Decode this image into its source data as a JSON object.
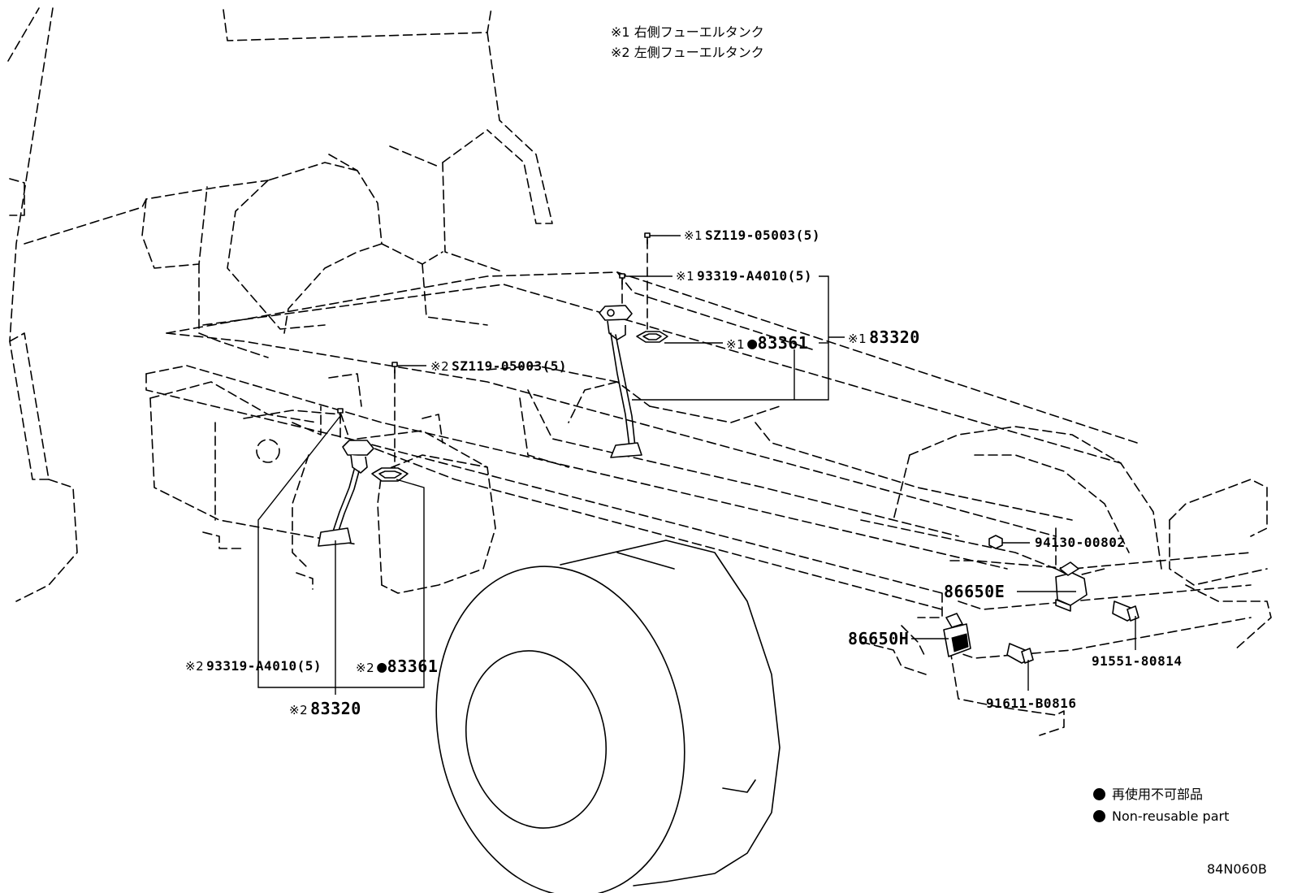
{
  "header_notes": [
    {
      "marker": "※1",
      "text": "右側フューエルタンク"
    },
    {
      "marker": "※2",
      "text": "左側フューエルタンク"
    }
  ],
  "callouts": {
    "r_screw": {
      "marker": "※1",
      "part_no": "SZ119-05003(5)"
    },
    "r_bolt": {
      "marker": "※1",
      "part_no": "93319-A4010(5)"
    },
    "r_gasket": {
      "marker": "※1",
      "bullet": "●",
      "part_no": "83361"
    },
    "r_gauge": {
      "marker": "※1",
      "part_no": "83320"
    },
    "l_screw": {
      "marker": "※2",
      "part_no": "SZ119-05003(5)"
    },
    "l_bolt": {
      "marker": "※2",
      "part_no": "93319-A4010(5)"
    },
    "l_gasket": {
      "marker": "※2",
      "bullet": "●",
      "part_no": "83361"
    },
    "l_gauge": {
      "marker": "※2",
      "part_no": "83320"
    },
    "nut": {
      "part_no": "94130-00802"
    },
    "sensor_e": {
      "part_no": "86650E"
    },
    "sensor_h": {
      "part_no": "86650H"
    },
    "bolt_a": {
      "part_no": "91551-80814"
    },
    "bolt_b": {
      "part_no": "91611-B0816"
    }
  },
  "legend": [
    {
      "symbol": "●",
      "text": "再使用不可部品"
    },
    {
      "symbol": "●",
      "text": "Non-reusable part"
    }
  ],
  "figure_id": "84N060B"
}
